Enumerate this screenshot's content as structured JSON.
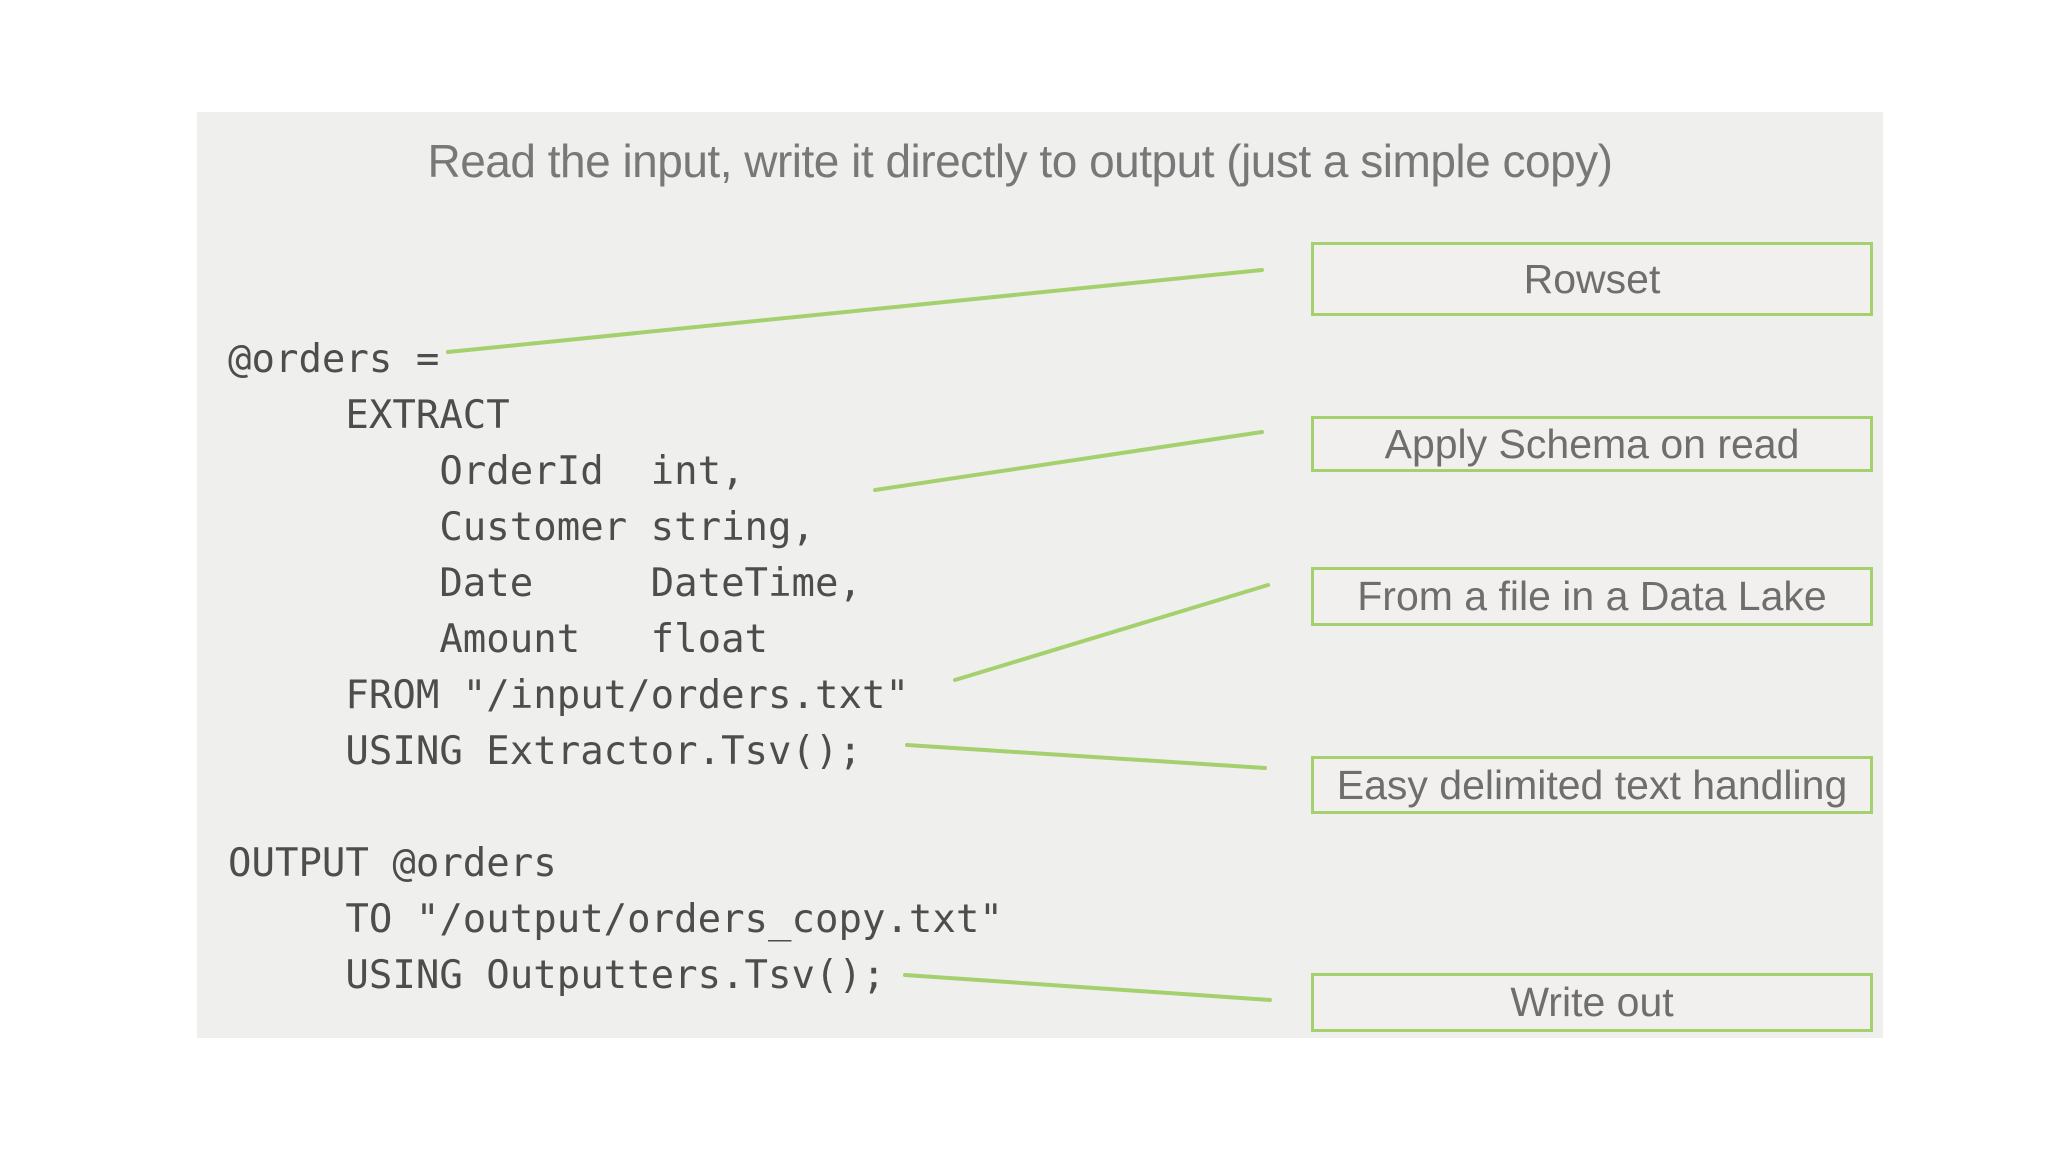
{
  "slide": {
    "title": "Read the input, write it directly to output (just a simple copy)"
  },
  "code": {
    "lines": [
      "@orders =",
      "     EXTRACT",
      "         OrderId  int,",
      "         Customer string,",
      "         Date     DateTime,",
      "         Amount   float",
      "     FROM \"/input/orders.txt\"",
      "     USING Extractor.Tsv();",
      "",
      "OUTPUT @orders",
      "     TO \"/output/orders_copy.txt\"",
      "     USING Outputters.Tsv();"
    ]
  },
  "annotations": {
    "labels": [
      "Rowset",
      "Apply Schema on read",
      "From a file in a Data Lake",
      "Easy delimited text handling",
      "Write out"
    ]
  },
  "colors": {
    "accent_green": "#a5d06e",
    "panel_background": "#efefed",
    "title_text": "#787878",
    "code_text": "#4d4d4d",
    "label_text": "#6e6e6e"
  }
}
